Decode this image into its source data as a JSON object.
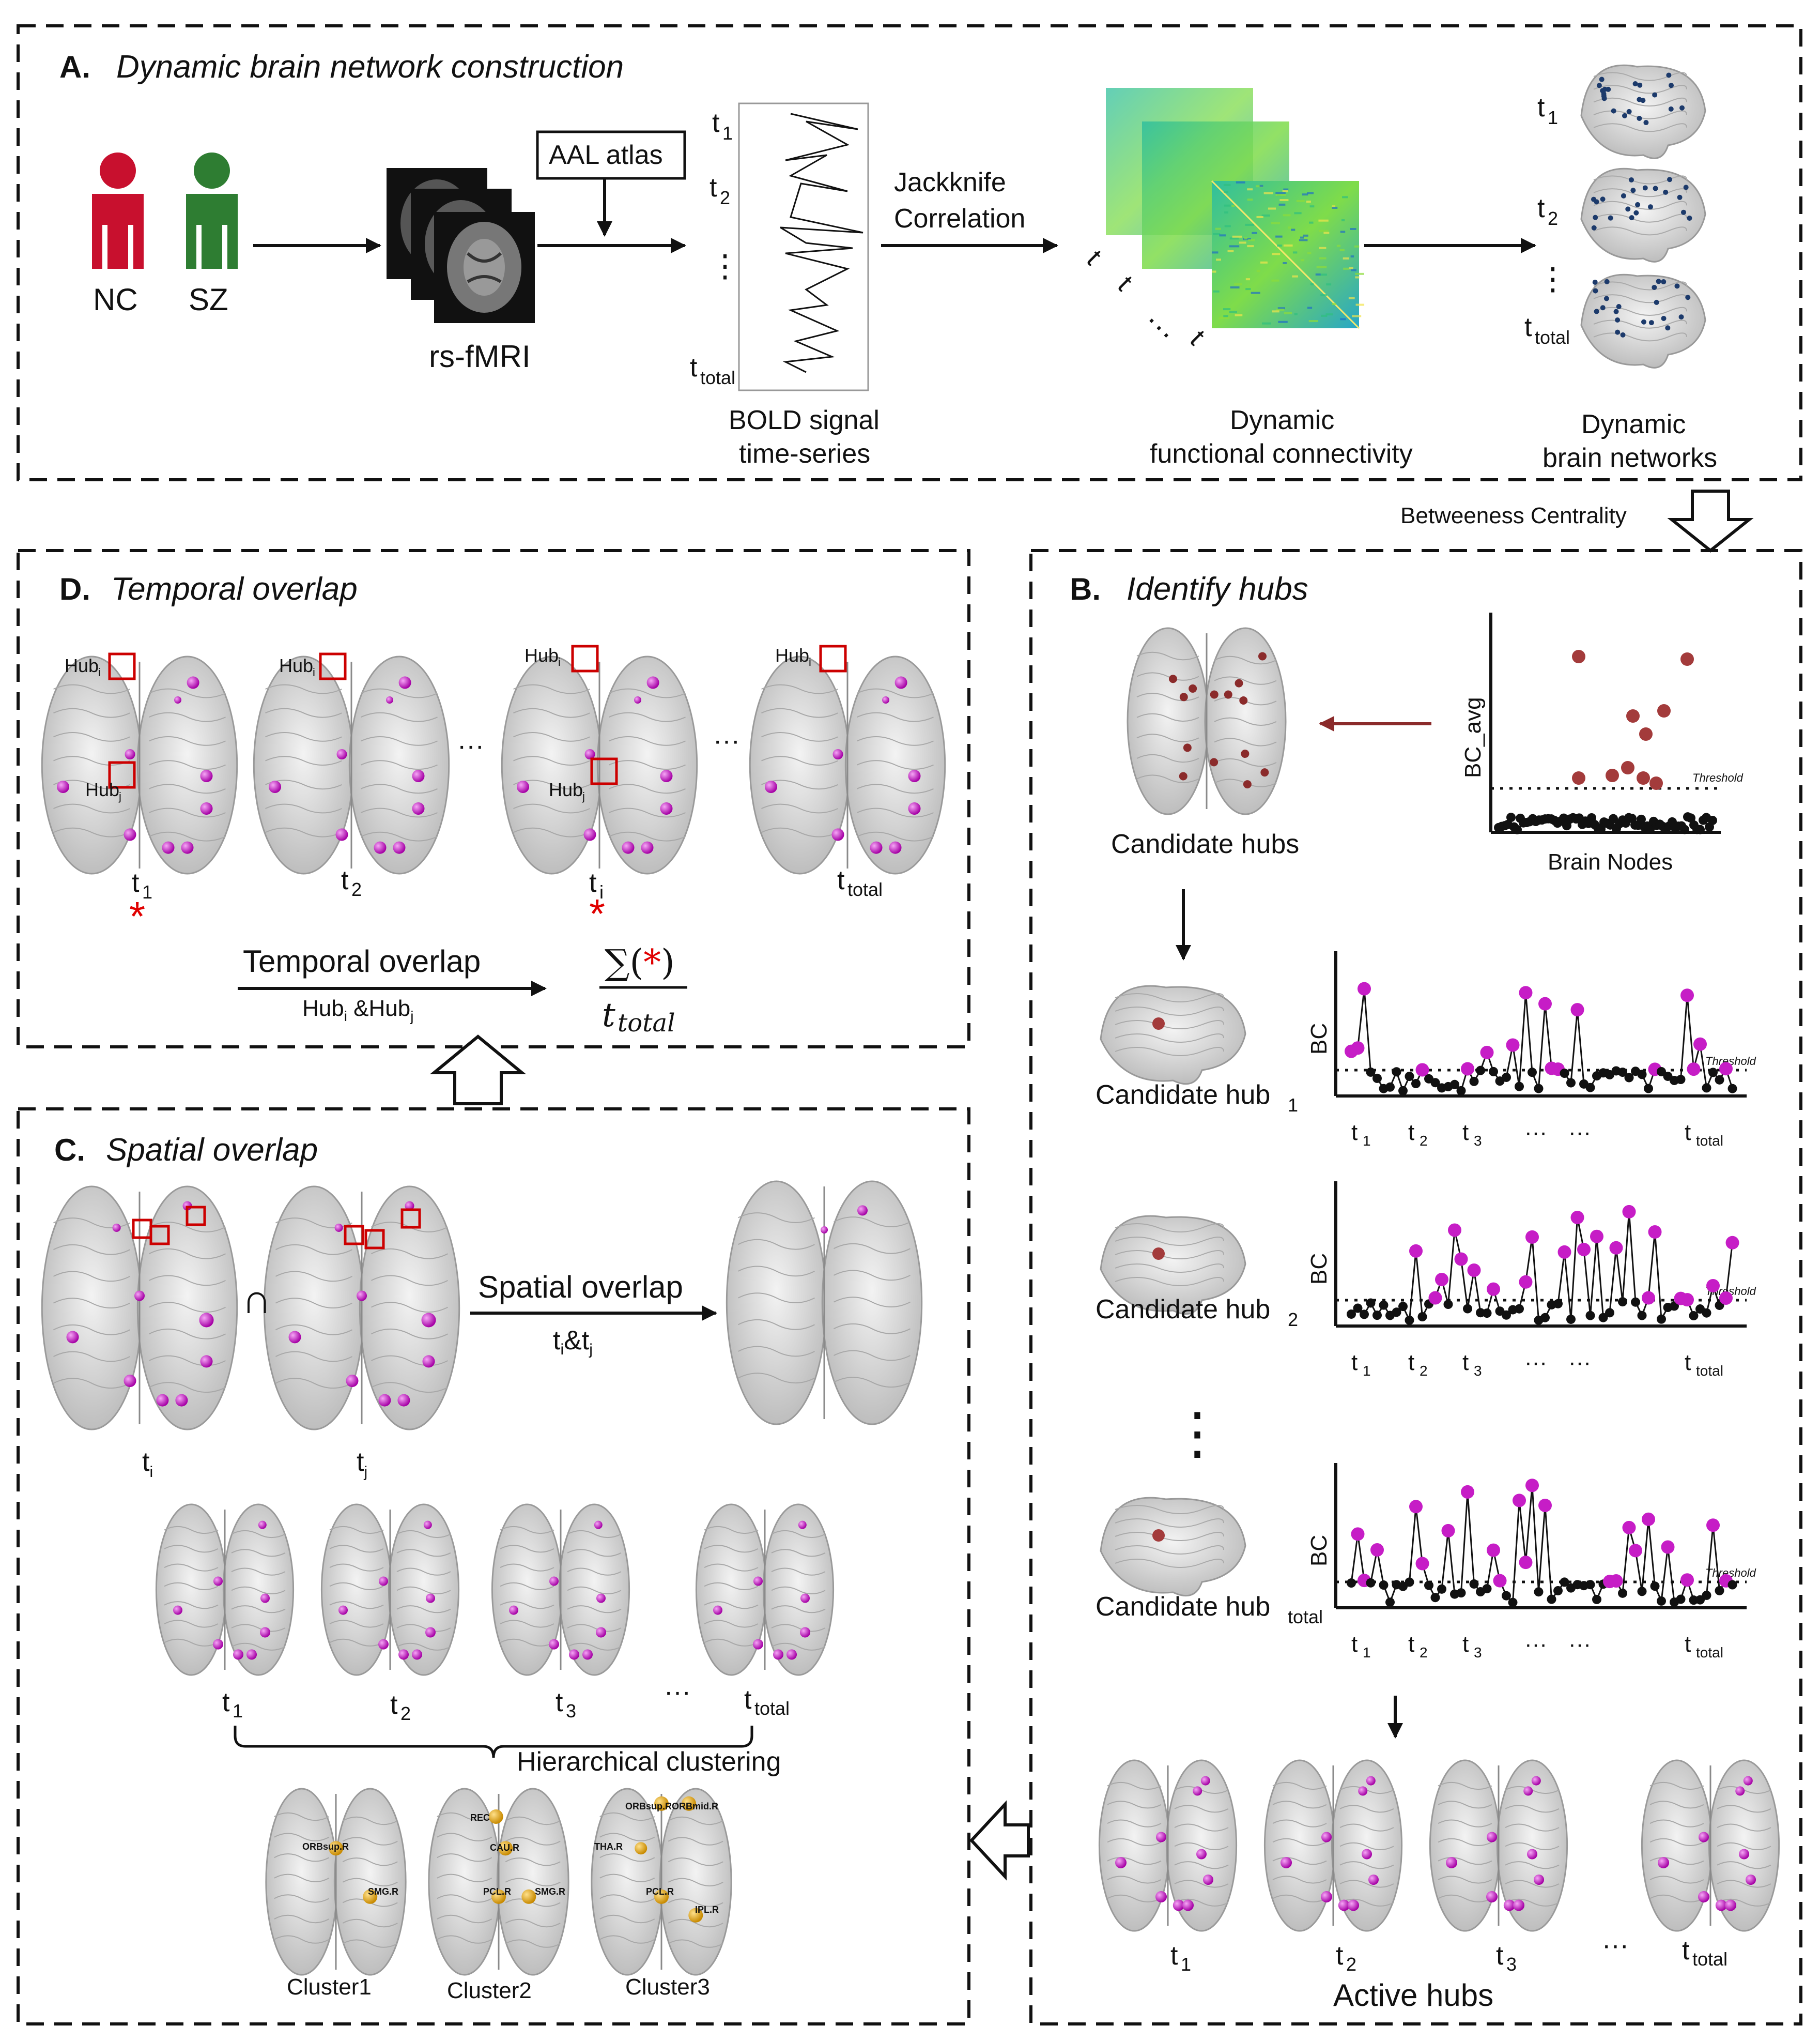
{
  "panelA": {
    "letter": "A.",
    "title": "Dynamic brain network construction",
    "groups": [
      "NC",
      "SZ"
    ],
    "groups_colors": [
      "#c8102e",
      "#2e7d32"
    ],
    "mri_label": "rs-fMRI",
    "atlas": "AAL atlas",
    "bold_label": [
      "BOLD signal",
      "time-series"
    ],
    "correlation": [
      "Jackknife",
      "Correlation"
    ],
    "dfc_label": [
      "Dynamic",
      "functional connectivity"
    ],
    "networks_label": [
      "Dynamic",
      "brain networks"
    ],
    "times": {
      "t1": "t",
      "s1": "1",
      "t2": "t",
      "s2": "2",
      "dots": "⋮",
      "tt": "t",
      "stotal": "total"
    }
  },
  "between": "Betweeness Centrality",
  "panelB": {
    "letter": "B.",
    "title": "Identify hubs",
    "scatter_ylabel": "BC_avg",
    "scatter_xlabel": "Brain Nodes",
    "threshold": "Threshold",
    "candidate_label": "Candidate hubs",
    "plots": [
      {
        "label": "Candidate hub",
        "sub": "1",
        "ylabel": "BC"
      },
      {
        "label": "Candidate hub",
        "sub": "2",
        "ylabel": "BC"
      },
      {
        "label": "Candidate hub",
        "sub": "total",
        "ylabel": "BC"
      }
    ],
    "xticks": [
      "t1",
      "t2",
      "t3",
      "···",
      "···",
      "ttotal"
    ],
    "vdots": "⋮",
    "active_label": "Active hubs",
    "active_times": [
      "t1",
      "t2",
      "t3",
      "···",
      "ttotal"
    ]
  },
  "panelC": {
    "letter": "C.",
    "title": "Spatial overlap",
    "cap": "∩",
    "overlap_label": "Spatial overlap",
    "overlap_sub": "ti&tj",
    "ti": "ti",
    "tj": "tj",
    "row_times": [
      "t1",
      "t2",
      "t3",
      "···",
      "ttotal"
    ],
    "clustering": "Hierarchical clustering",
    "clusters": [
      "Cluster1",
      "Cluster2",
      "Cluster3"
    ],
    "cluster1_nodes": [
      "ORBsup.R",
      "SMG.R"
    ],
    "cluster2_nodes": [
      "REC",
      "CAU.R",
      "PCL.R",
      "SMG.R"
    ],
    "cluster3_nodes": [
      "ORBsup.R",
      "ORBmid.R",
      "THA.R",
      "PCL.R",
      "IPL.R"
    ]
  },
  "panelD": {
    "letter": "D.",
    "title": "Temporal overlap",
    "hub_i": "Hub",
    "hub_j": "Hub",
    "times": [
      "t1",
      "t2",
      "ti",
      "ttotal"
    ],
    "ellipsis": "···",
    "star": "*",
    "overlap_label": "Temporal overlap",
    "overlap_sub": "Hubi &Hubj",
    "formula_num": "∑(*)",
    "formula_den": "t",
    "formula_den_sub": "total"
  }
}
